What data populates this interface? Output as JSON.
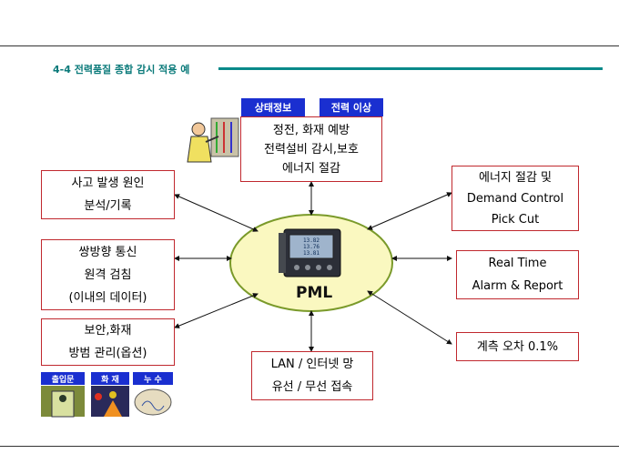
{
  "header": {
    "title": "4-4 전력품질 종합 감시 적용 예"
  },
  "center": {
    "label": "PML",
    "meter_readouts": [
      "13.82",
      "13.76",
      "13.81"
    ]
  },
  "top_tags": [
    "상태정보",
    "전력 이상"
  ],
  "top_box": [
    "정전, 화재 예방",
    "전력설비 감시,보호",
    "에너지 절감"
  ],
  "left_boxes": [
    [
      "사고 발생 원인",
      "분석/기록"
    ],
    [
      "쌍방향 통신",
      "원격 검침",
      "(이내의 데이터)"
    ],
    [
      "보안,화재",
      "방범 관리(옵션)"
    ]
  ],
  "right_boxes": [
    [
      "에너지 절감 및",
      "Demand Control",
      "Pick Cut"
    ],
    [
      "Real Time",
      "Alarm & Report"
    ],
    [
      "계측 오차 0.1%"
    ]
  ],
  "bottom_box": [
    "LAN / 인터넷 망",
    "유선 / 무선 접속"
  ],
  "bottom_tags": [
    "출입문",
    "화 재",
    "누 수"
  ],
  "colors": {
    "box_border": "#c0282e",
    "tag_blue": "#1a2fd0",
    "ellipse_fill": "#faf8c0",
    "ellipse_border": "#7a9a2a",
    "title_teal": "#0a7a7a"
  }
}
